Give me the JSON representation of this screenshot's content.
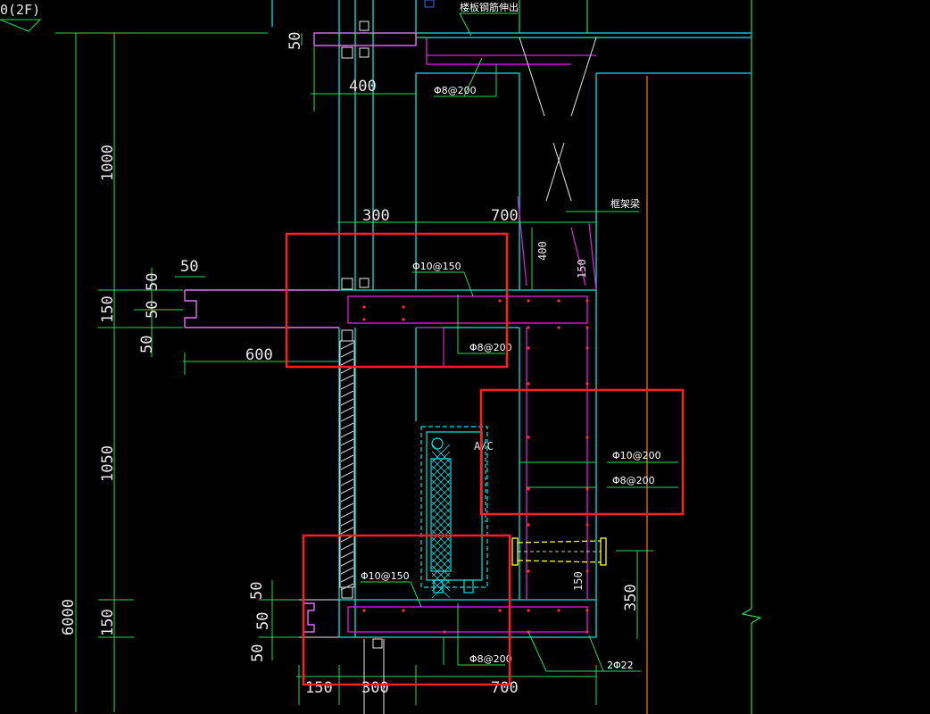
{
  "drawing": {
    "floor_tag": "0(2F)",
    "colors": {
      "background": "#000000",
      "wall": "#00e5e5",
      "dimension": "#22dd55",
      "rebar": "#e020e0",
      "slab_outline": "#e070ff",
      "highlight": "#ff2020",
      "lead_line": "#22dd55",
      "connector": "#ffff20",
      "text": "#ffffff",
      "section_line": "#ff7f00"
    },
    "dimensions": {
      "top_50": "50",
      "width_400": "400",
      "height_1000": "1000",
      "beam_300_upper": "300",
      "beam_700_upper": "700",
      "depth_400": "400",
      "depth_150_upper": "150",
      "slab_50_a": "50",
      "slab_50_b": "50",
      "slab_50_c": "50",
      "slab_50_d": "50",
      "slab_150": "150",
      "slab_600": "600",
      "height_1050": "1050",
      "total_6000": "6000",
      "bottom_150": "150",
      "bottom_50_a": "50",
      "bottom_50_b": "50",
      "bottom_50_c": "50",
      "right_350": "350",
      "right_150": "150",
      "bottom_150_w": "150",
      "bottom_300": "300",
      "bottom_700": "700"
    },
    "rebar_labels": {
      "top_beam_title": "楼板钢筋伸出",
      "top_phi8": "Φ8@200",
      "frame_beam": "框架梁",
      "upper_phi10": "Φ10@150",
      "upper_phi8": "Φ8@200",
      "mid_phi10": "Φ10@200",
      "mid_phi8": "Φ8@200",
      "ac_tag": "A/C",
      "lower_phi10": "Φ10@150",
      "lower_phi8": "Φ8@200",
      "bottom_2phi22": "2Φ22"
    },
    "highlights": [
      "upper-slab-box",
      "middle-wall-box",
      "lower-slab-box"
    ]
  }
}
